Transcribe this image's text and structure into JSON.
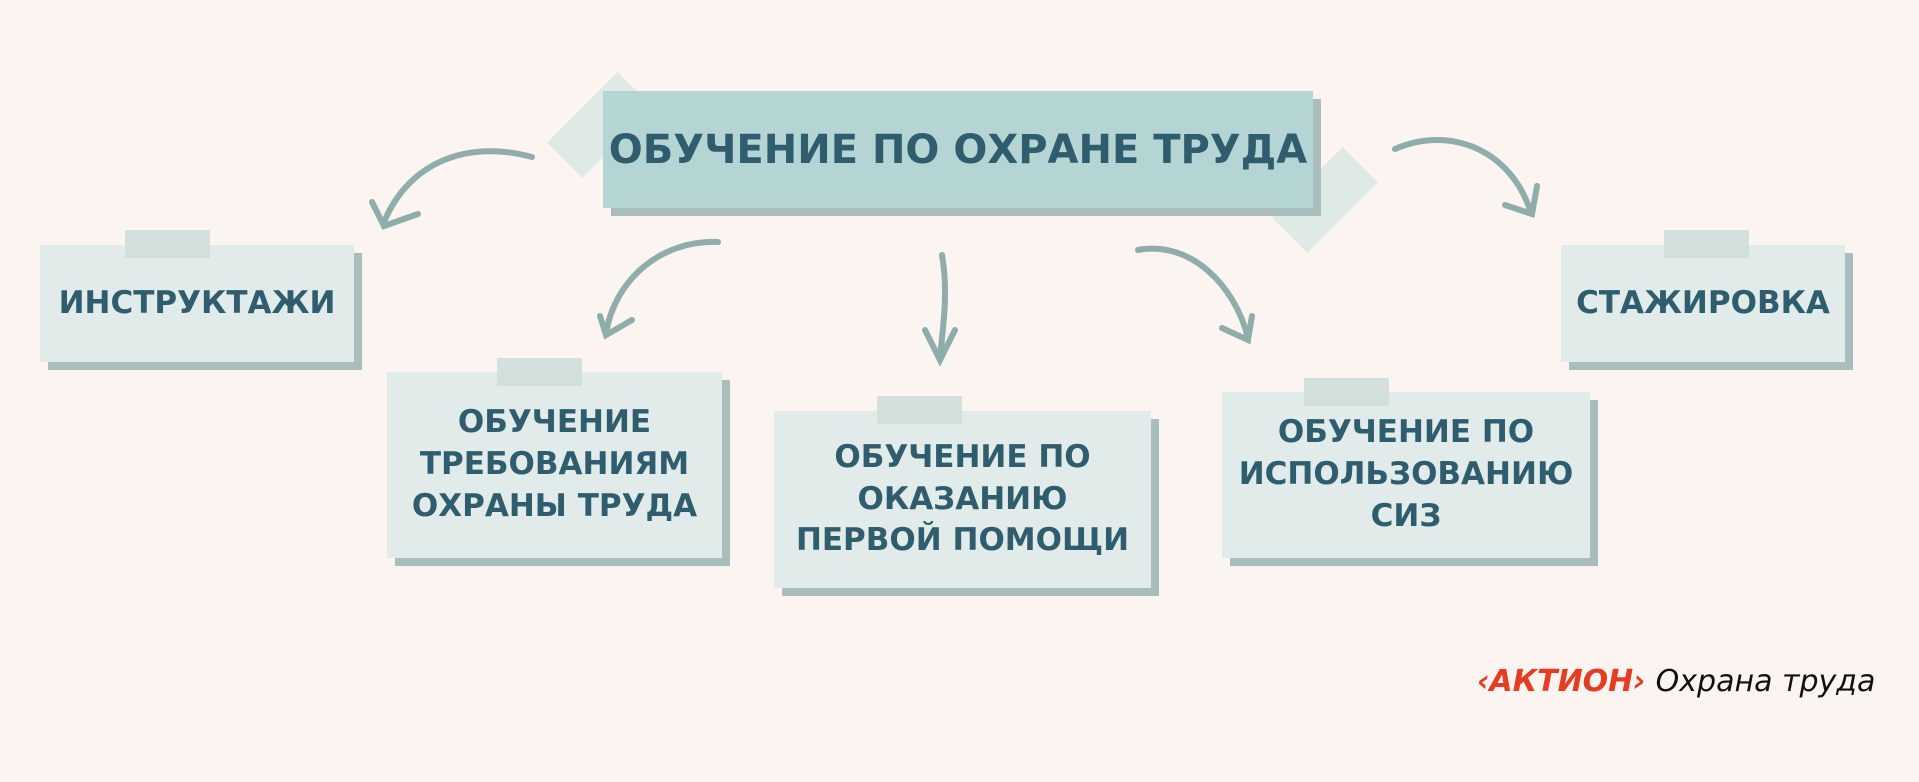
{
  "title": "ОБУЧЕНИЕ ПО ОХРАНЕ ТРУДА",
  "items": [
    "ИНСТРУКТАЖИ",
    "ОБУЧЕНИЕ ТРЕБОВАНИЯМ ОХРАНЫ ТРУДА",
    "ОБУЧЕНИЕ ПО ОКАЗАНИЮ ПЕРВОЙ ПОМОЩИ",
    "ОБУЧЕНИЕ ПО ИСПОЛЬЗОВАНИЮ СИЗ",
    "СТАЖИРОВКА"
  ],
  "logo": {
    "brand": "‹АКТИОН›",
    "product": "Охрана труда"
  },
  "colors": {
    "background": "#fcf4f1",
    "box": "#e0ebea",
    "main": "#b5d5d4",
    "text": "#2f5d6e",
    "arrow": "#8fadab",
    "brand": "#e63c22"
  }
}
